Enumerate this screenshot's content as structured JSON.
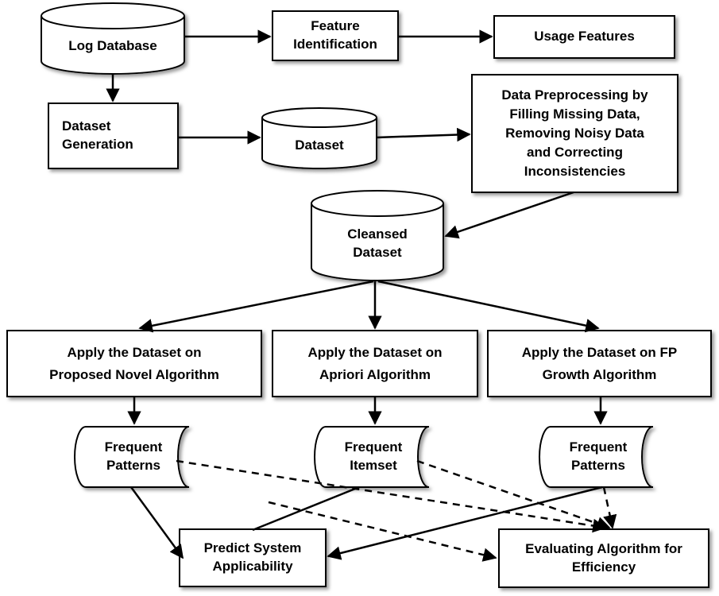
{
  "nodes": {
    "log_database": "Log Database",
    "feature_identification": "Feature\nIdentification",
    "usage_features": "Usage Features",
    "dataset_generation": "Dataset\nGeneration",
    "dataset": "Dataset",
    "data_preprocessing": "Data Preprocessing by\nFilling Missing Data,\nRemoving Noisy Data\nand Correcting\nInconsistencies",
    "cleansed_dataset": "Cleansed\nDataset",
    "apply_novel": "Apply the Dataset on\nProposed Novel Algorithm",
    "apply_apriori": "Apply the Dataset on\nApriori Algorithm",
    "apply_fp": "Apply the Dataset on FP\nGrowth Algorithm",
    "frequent_patterns_1": "Frequent\nPatterns",
    "frequent_itemset": "Frequent\nItemset",
    "frequent_patterns_2": "Frequent\nPatterns",
    "predict_system": "Predict System\nApplicability",
    "evaluating_algorithm": "Evaluating Algorithm for\nEfficiency"
  },
  "colors": {
    "stroke": "#000000",
    "fill": "#ffffff",
    "shadow": "#bfbfbf"
  }
}
